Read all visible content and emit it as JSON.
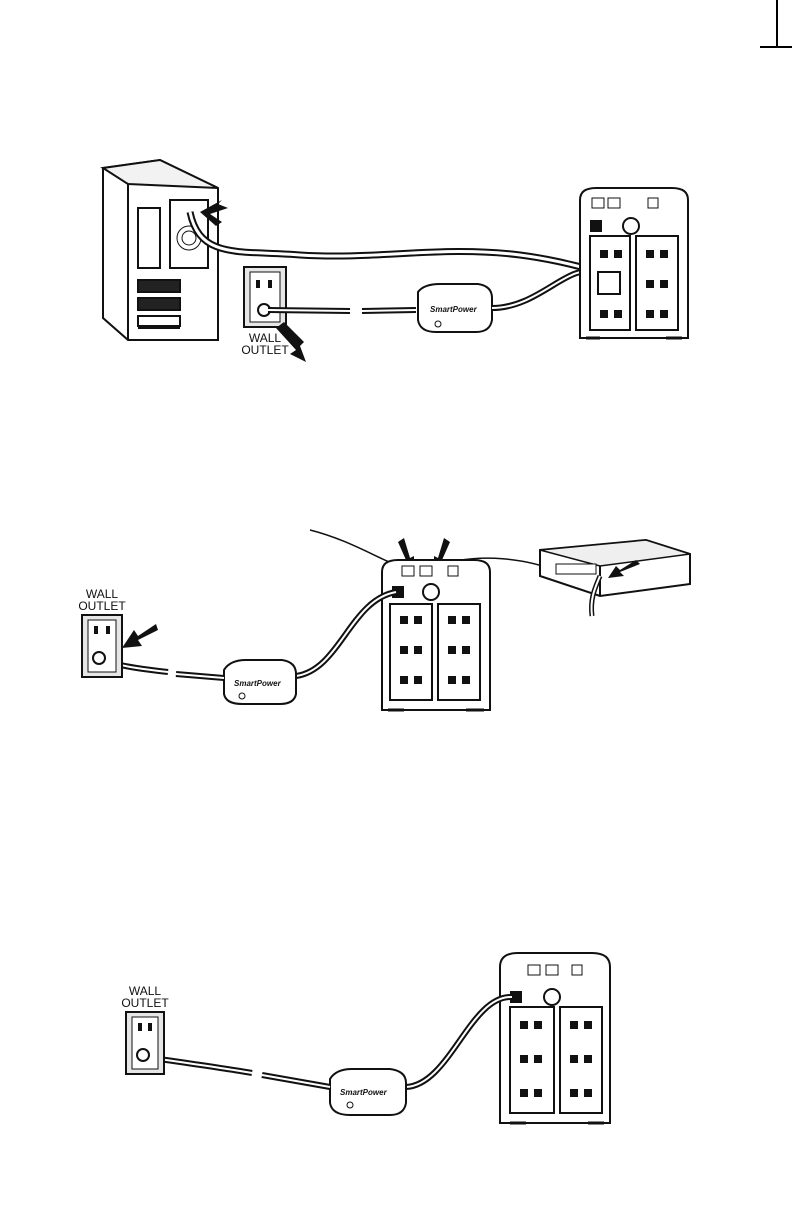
{
  "labels": {
    "wall_outlet_line1": "WALL",
    "wall_outlet_line2": "OUTLET",
    "brand": "SmartPower"
  },
  "colors": {
    "ink": "#111111",
    "panel": "#ffffff",
    "shade": "#d9d9d9"
  }
}
